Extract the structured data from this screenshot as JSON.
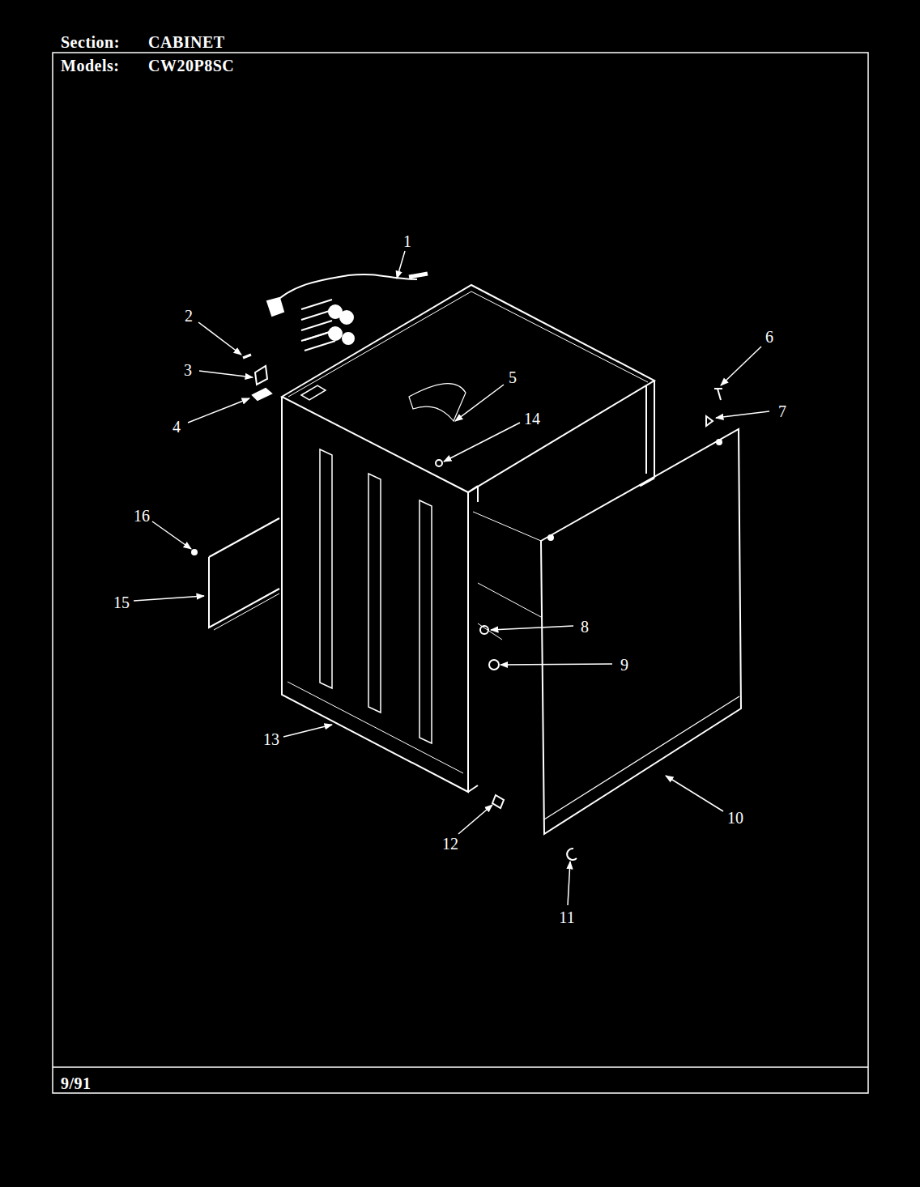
{
  "diagram": {
    "labels": [
      "Section:",
      "CABINET",
      "Models:",
      "CW20P8SC",
      "1",
      "2",
      "3",
      "4",
      "5",
      "14",
      "6",
      "7",
      "16",
      "15",
      "8",
      "9",
      "13",
      "12",
      "10",
      "11",
      "9/91"
    ]
  }
}
